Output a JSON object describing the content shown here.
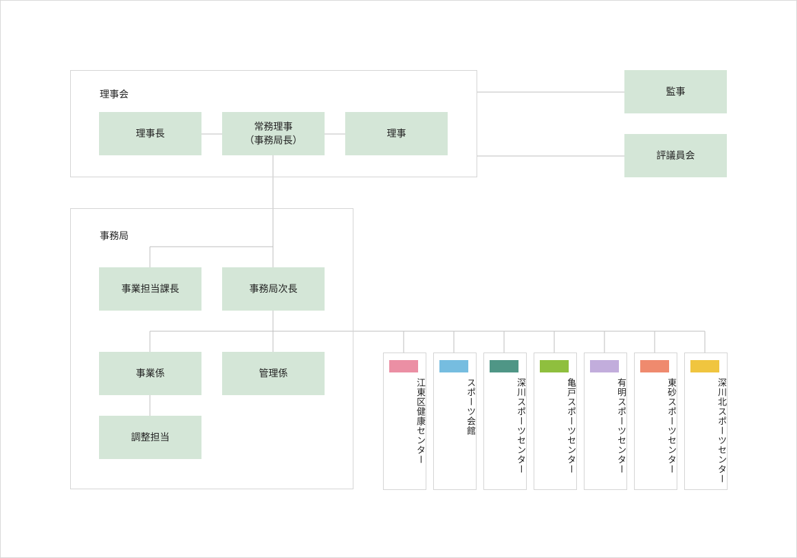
{
  "board": {
    "label": "理事会",
    "chairman": "理事長",
    "executive_director": "常務理事\n（事務局長）",
    "director": "理事"
  },
  "auditor": "監事",
  "council": "評議員会",
  "secretariat": {
    "label": "事務局",
    "business_manager": "事業担当課長",
    "deputy_director": "事務局次長",
    "business_section": "事業係",
    "admin_section": "管理係",
    "coordinator": "調整担当"
  },
  "centers": [
    {
      "name": "江東区健康センター",
      "color": "#eb8fa4"
    },
    {
      "name": "スポーツ会館",
      "color": "#76bde0"
    },
    {
      "name": "深川スポーツセンター",
      "color": "#4f9686"
    },
    {
      "name": "亀戸スポーツセンター",
      "color": "#8fbf3e"
    },
    {
      "name": "有明スポーツセンター",
      "color": "#c2addc"
    },
    {
      "name": "東砂スポーツセンター",
      "color": "#ef8a6e"
    },
    {
      "name": "深川北スポーツセンター",
      "color": "#f0c53f"
    }
  ],
  "colors": {
    "node_fill": "#d4e6d7",
    "line": "#bdbdbd",
    "border": "#d4d4d4"
  }
}
